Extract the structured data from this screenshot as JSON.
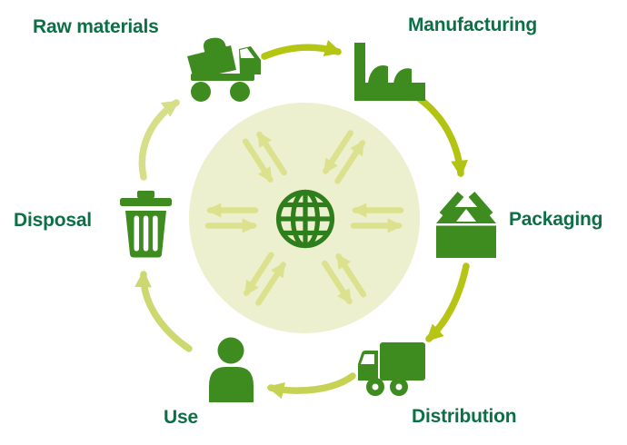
{
  "diagram": {
    "type": "product-life-cycle",
    "stages": [
      {
        "label": "Raw materials",
        "icon": "dump-truck-icon"
      },
      {
        "label": "Manufacturing",
        "icon": "factory-icon"
      },
      {
        "label": "Packaging",
        "icon": "package-box-icon"
      },
      {
        "label": "Distribution",
        "icon": "delivery-truck-icon"
      },
      {
        "label": "Use",
        "icon": "person-icon"
      },
      {
        "label": "Disposal",
        "icon": "trash-can-icon"
      }
    ],
    "center": {
      "icon": "globe-icon",
      "radial_arrow_pairs": 6
    },
    "cycle_arrows": [
      {
        "from": "Disposal",
        "to": "Raw materials",
        "color": "#d7de88"
      },
      {
        "from": "Raw materials",
        "to": "Manufacturing",
        "color": "#b4c512"
      },
      {
        "from": "Manufacturing",
        "to": "Packaging",
        "color": "#b2c312"
      },
      {
        "from": "Packaging",
        "to": "Distribution",
        "color": "#b6c415"
      },
      {
        "from": "Distribution",
        "to": "Use",
        "color": "#c6d254"
      },
      {
        "from": "Use",
        "to": "Disposal",
        "color": "#cdd871"
      }
    ],
    "colors": {
      "label": "#0c7046",
      "icon": "#3e8c1f",
      "globe": "#2f7e1c",
      "center_circle": "#edf0cf",
      "radial_arrow": "#dce18e",
      "background": "#ffffff"
    }
  }
}
